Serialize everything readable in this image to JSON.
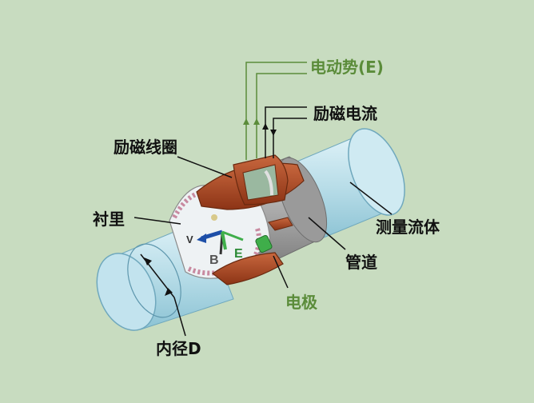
{
  "labels": {
    "emf": "电动势(E)",
    "excitation_current": "励磁电流",
    "excitation_coil": "励磁线圈",
    "lining": "衬里",
    "measured_fluid": "测量流体",
    "pipe": "管道",
    "electrode": "电极",
    "inner_diameter": "内径D"
  },
  "vector_labels": {
    "velocity": "V",
    "magnetic_field": "B",
    "emf": "E"
  },
  "colors": {
    "background": "#c8dcc0",
    "green_label": "#5b8c3a",
    "coil": "#a5441f",
    "fluid": "#b8dde8",
    "pipe": "#a8a8a8"
  }
}
